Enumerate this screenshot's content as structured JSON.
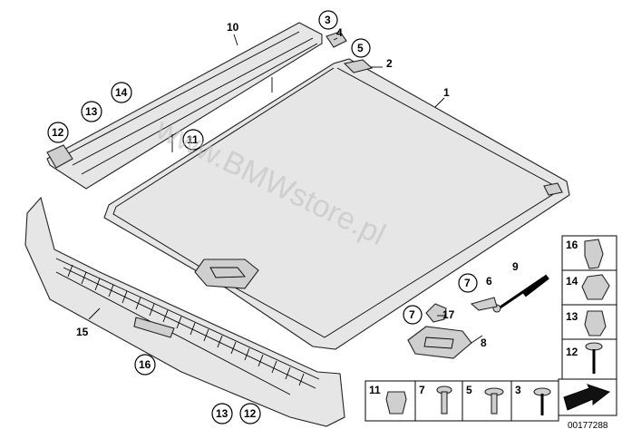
{
  "diagram": {
    "callouts": {
      "c1": "1",
      "c2": "2",
      "c3": "3",
      "c4": "4",
      "c5": "5",
      "c6": "6",
      "c7a": "7",
      "c7b": "7",
      "c8": "8",
      "c9": "9",
      "c10": "10",
      "c11": "11",
      "c12a": "12",
      "c12b": "12",
      "c13a": "13",
      "c13b": "13",
      "c14": "14",
      "c15": "15",
      "c16": "16",
      "c17": "17"
    },
    "legend": {
      "right": [
        "16",
        "14",
        "13",
        "12"
      ],
      "bottom": [
        "11",
        "7",
        "5",
        "3"
      ]
    },
    "watermark": "www.BMWstore.pl",
    "ref_number": "00177288"
  }
}
